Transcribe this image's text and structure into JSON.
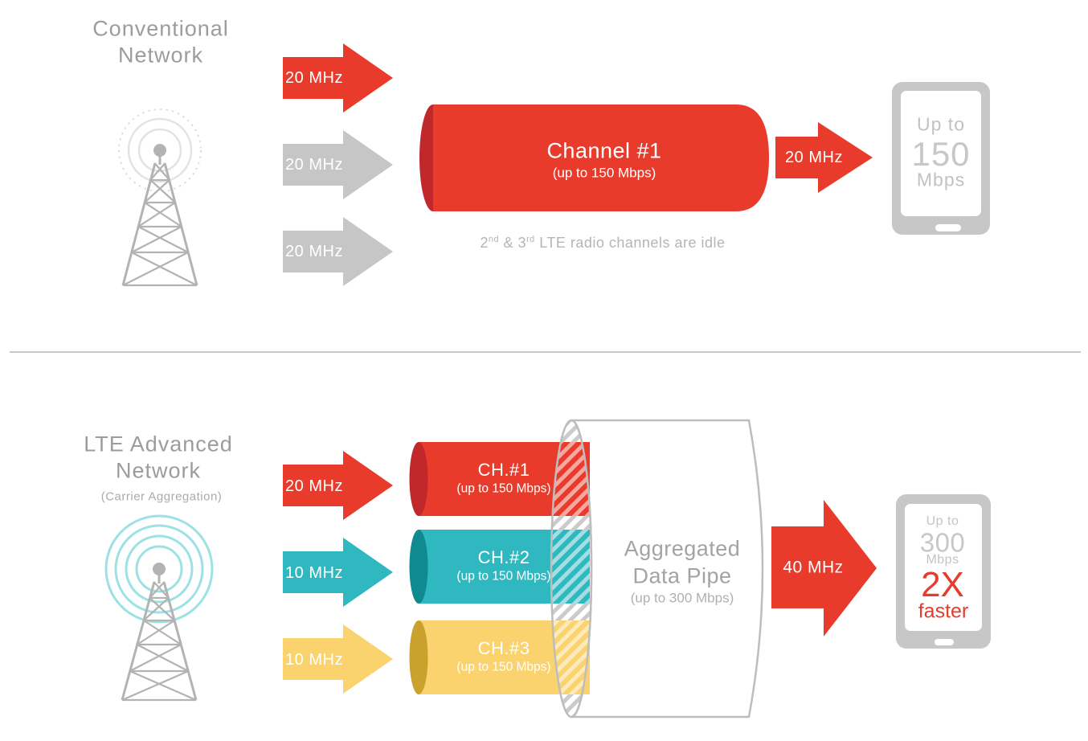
{
  "colors": {
    "red": "#e93b2c",
    "dark_red": "#c1282c",
    "teal": "#2fb8c0",
    "dark_teal": "#0e8a90",
    "yellow": "#fbd36e",
    "dark_yellow": "#caa12d",
    "gray_arrow": "#c6c6c6",
    "gray_heading": "#9c9c9c",
    "wave_teal": "#9ce1e3"
  },
  "conventional": {
    "title_line1": "Conventional",
    "title_line2": "Network",
    "input_arrows": [
      {
        "label": "20 MHz",
        "color_name": "red"
      },
      {
        "label": "20 MHz",
        "color_name": "gray"
      },
      {
        "label": "20 MHz",
        "color_name": "gray"
      }
    ],
    "channel_pipe": {
      "title": "Channel #1",
      "capacity": "(up to 150 Mbps)"
    },
    "idle_note": {
      "part1": "2",
      "sup1": "nd",
      "part2": " & 3",
      "sup2": "rd",
      "part3": " LTE radio channels are idle"
    },
    "output_arrow_label": "20 MHz",
    "phone": {
      "prefix": "Up to",
      "speed": "150",
      "unit": "Mbps"
    }
  },
  "advanced": {
    "title_line1": "LTE Advanced",
    "title_line2": "Network",
    "subtitle": "(Carrier Aggregation)",
    "input_arrows": [
      {
        "label": "20 MHz",
        "color_name": "red"
      },
      {
        "label": "10 MHz",
        "color_name": "teal"
      },
      {
        "label": "10 MHz",
        "color_name": "yellow"
      }
    ],
    "channel_pipes": [
      {
        "title": "CH.#1",
        "capacity": "(up to 150 Mbps)"
      },
      {
        "title": "CH.#2",
        "capacity": "(up to 150 Mbps)"
      },
      {
        "title": "CH.#3",
        "capacity": "(up to 150 Mbps)"
      }
    ],
    "aggregated_pipe": {
      "title_line1": "Aggregated",
      "title_line2": "Data Pipe",
      "capacity": "(up to 300 Mbps)"
    },
    "output_arrow_label": "40 MHz",
    "phone": {
      "prefix": "Up to",
      "speed": "300",
      "unit": "Mbps",
      "multiplier": "2X",
      "multiplier_label": "faster"
    }
  }
}
